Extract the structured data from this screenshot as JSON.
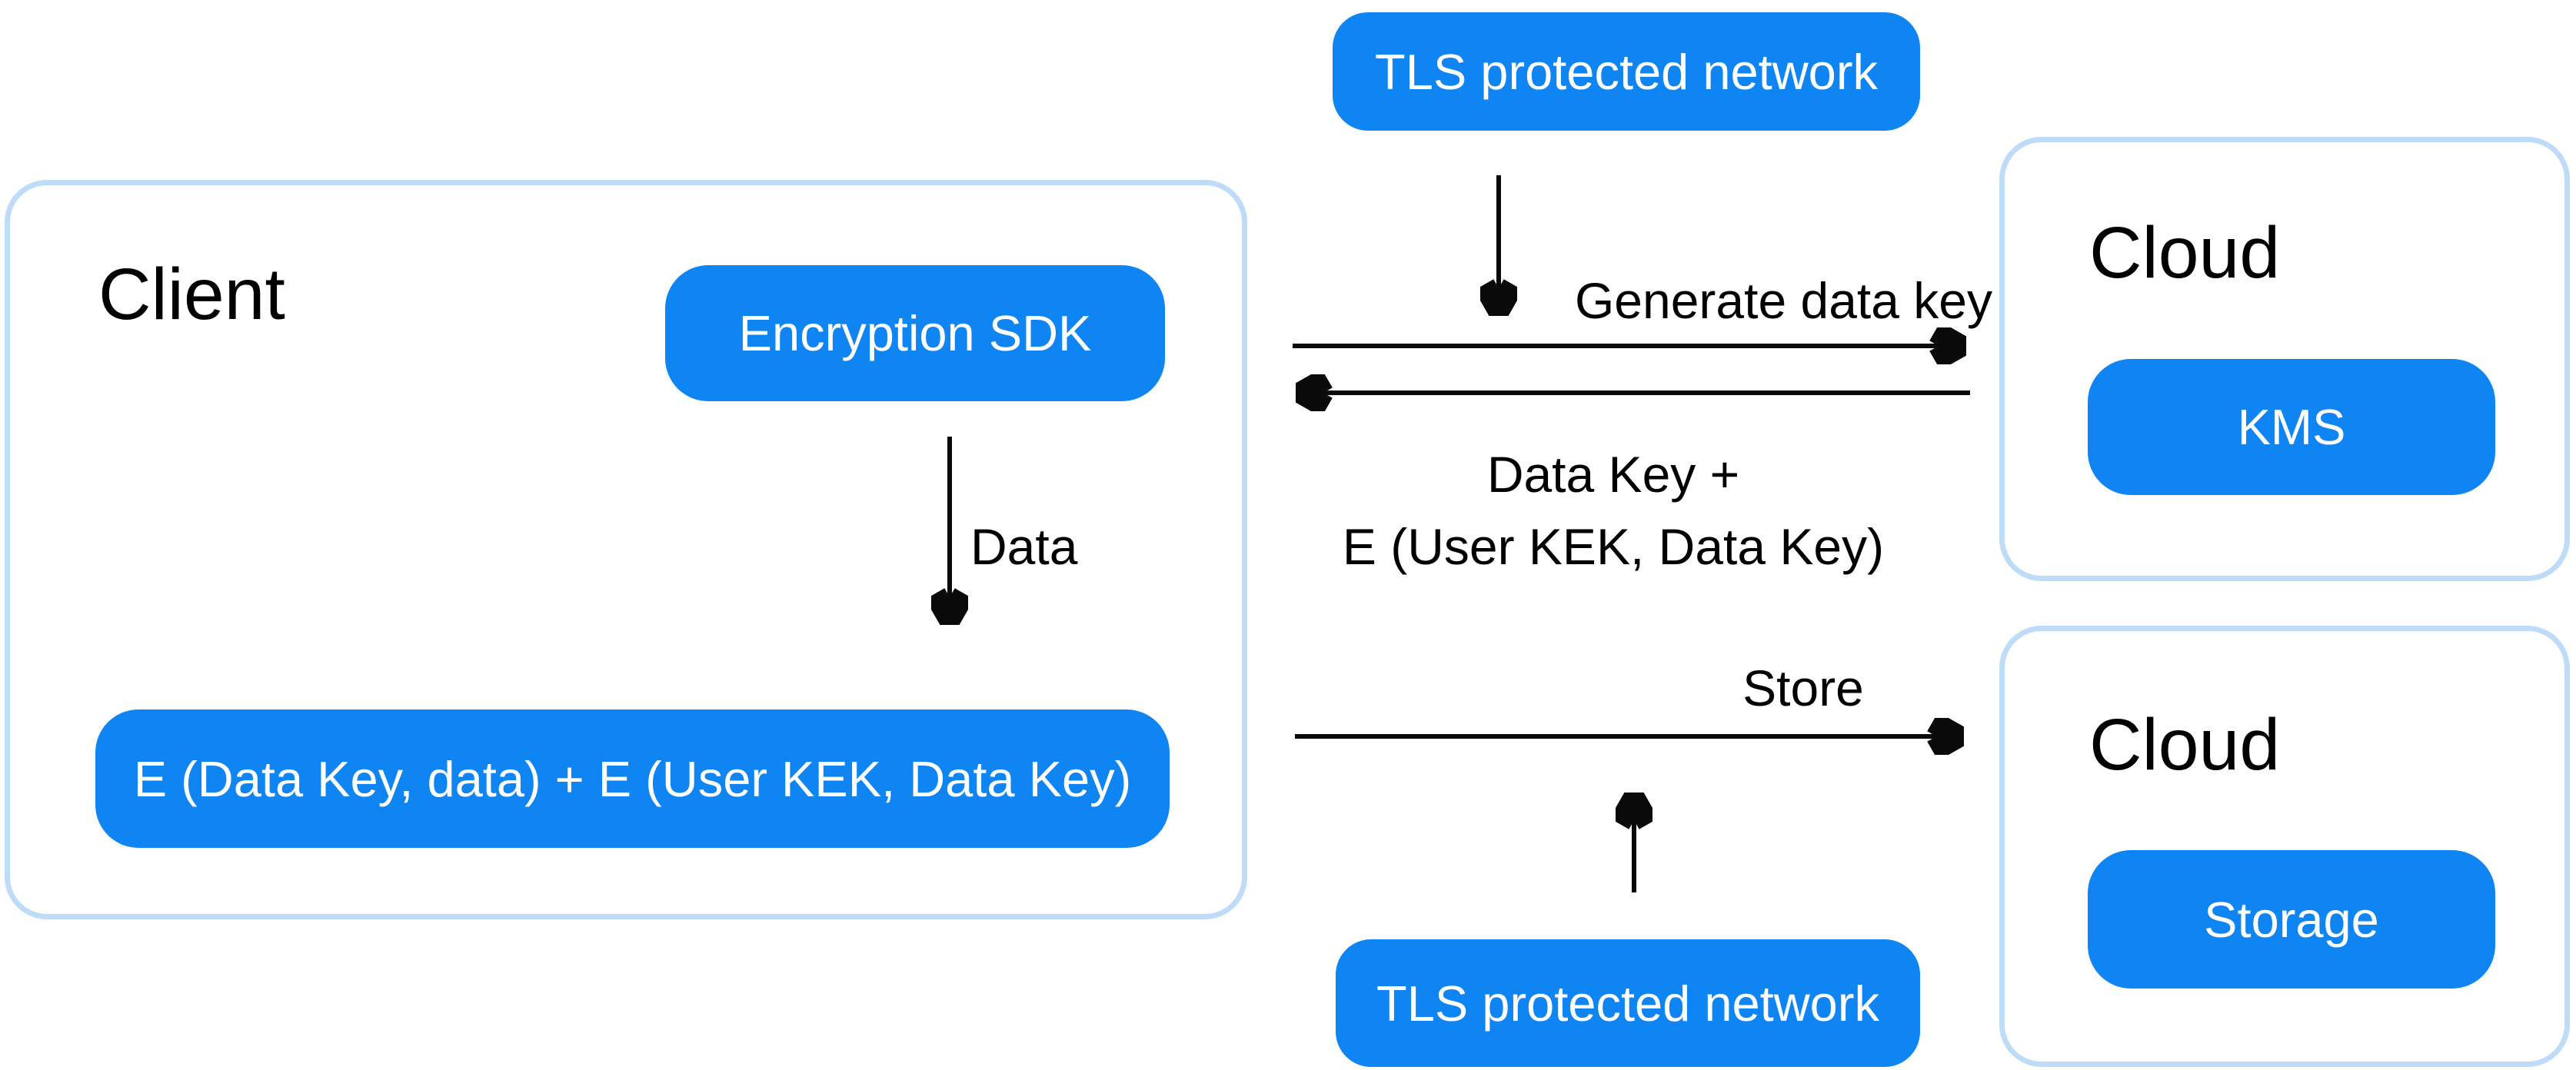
{
  "colors": {
    "pill_blue": "#0e85f2",
    "container_border": "#bedcf8",
    "label_black": "#000000",
    "pill_text_white": "#ffffff"
  },
  "nodes": {
    "tls_top": {
      "label": "TLS protected network"
    },
    "tls_bottom": {
      "label": "TLS protected network"
    },
    "client": {
      "title": "Client",
      "sdk_label": "Encryption SDK",
      "payload_label": "E (Data Key, data) + E (User KEK, Data Key)"
    },
    "cloud_kms": {
      "title": "Cloud",
      "service_label": "KMS"
    },
    "cloud_storage": {
      "title": "Cloud",
      "service_label": "Storage"
    }
  },
  "edges": {
    "generate": {
      "label": "Generate data key"
    },
    "return_key": {
      "line1": "Data Key +",
      "line2": "E (User KEK, Data Key)"
    },
    "store": {
      "label": "Store"
    },
    "data_down": {
      "label": "Data"
    }
  }
}
